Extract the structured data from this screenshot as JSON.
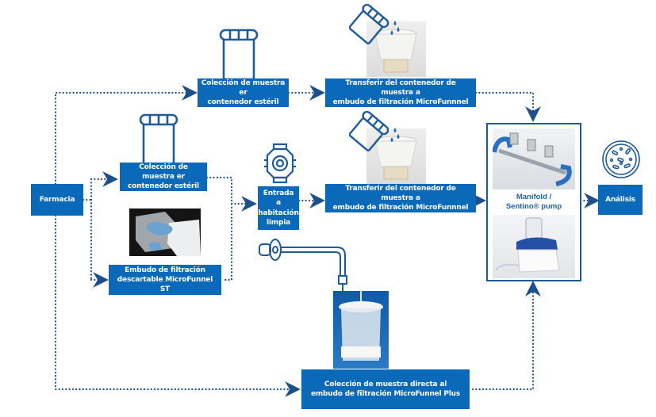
{
  "diagram": {
    "theme": {
      "box_color": "#0a6ab9",
      "line_color": "#1d4f8a",
      "icon_color": "#1f5a99"
    },
    "nodes": {
      "farmacia": {
        "label": "Farmacia"
      },
      "coleccion_top": {
        "label_line1": "Colección de muestra er",
        "label_line2": "contenedor estéril"
      },
      "transferir_top": {
        "label_line1": "Transferir del contenedor de muestra a",
        "label_line2": "embudo de filtración MicroFunnnel"
      },
      "coleccion_mid": {
        "label_line1": "Colección de muestra er",
        "label_line2": "contenedor estéril"
      },
      "embudo_st": {
        "label_line1": "Embudo de filtración",
        "label_line2": "descartable MicroFunnel ST"
      },
      "entrada": {
        "label_line1": "Entrada a",
        "label_line2": "habitación",
        "label_line3": "limpia"
      },
      "transferir_mid": {
        "label_line1": "Transferir del contenedor de muestra a",
        "label_line2": "embudo de filtración MicroFunnnel"
      },
      "manifold": {
        "label_line1": "Manifold /",
        "label_line2": "Sentino® pump"
      },
      "analisis": {
        "label": "Análisis"
      },
      "coleccion_directa": {
        "label_line1": "Colección de muestra directa al",
        "label_line2": "embudo de filtración MicroFunnel Plus"
      }
    },
    "icons": {
      "container_top": "sample-container-icon",
      "container_mid": "sample-container-icon",
      "pour_top": "pour-container-icon",
      "pour_mid": "pour-container-icon",
      "cleanroom": "cleanroom-passthrough-icon",
      "tube": "sampling-tube-icon",
      "petri": "petri-dish-icon"
    },
    "edges": [
      {
        "from": "farmacia",
        "to": "coleccion_top"
      },
      {
        "from": "farmacia",
        "to": "coleccion_mid"
      },
      {
        "from": "farmacia",
        "to": "embudo_st"
      },
      {
        "from": "farmacia",
        "to": "coleccion_directa"
      },
      {
        "from": "coleccion_top",
        "to": "transferir_top"
      },
      {
        "from": "transferir_top",
        "to": "manifold"
      },
      {
        "from": "coleccion_mid",
        "to": "entrada"
      },
      {
        "from": "embudo_st",
        "to": "entrada"
      },
      {
        "from": "entrada",
        "to": "transferir_mid"
      },
      {
        "from": "transferir_mid",
        "to": "manifold"
      },
      {
        "from": "coleccion_directa",
        "to": "manifold"
      },
      {
        "from": "manifold",
        "to": "analisis"
      }
    ]
  }
}
